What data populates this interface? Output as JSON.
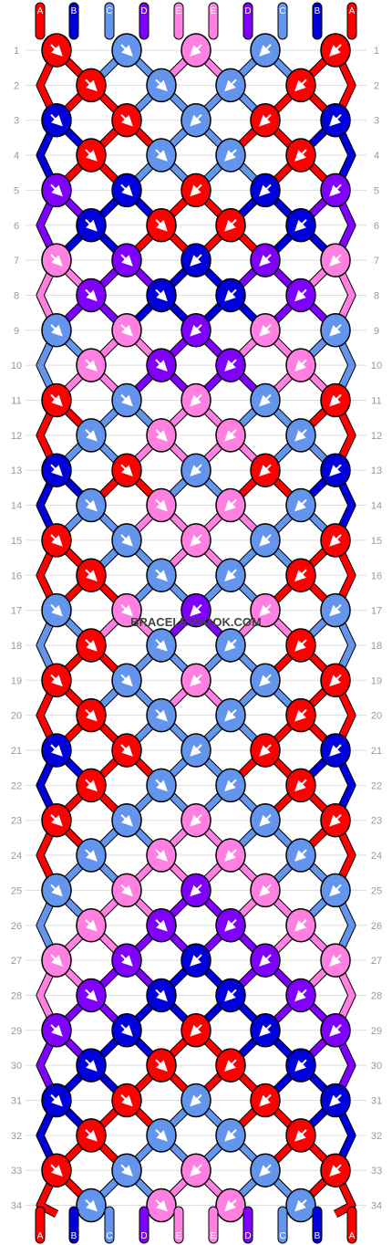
{
  "watermark": "BRACELETBOOK.COM",
  "colors": {
    "A": "#ff0000",
    "B": "#0000dd",
    "C": "#6495ed",
    "D": "#8000ff",
    "E": "#ff80e0"
  },
  "top_labels": [
    "A",
    "B",
    "C",
    "D",
    "E",
    "E",
    "D",
    "C",
    "B",
    "A"
  ],
  "bottom_labels": [
    "A",
    "B",
    "C",
    "D",
    "E",
    "E",
    "D",
    "C",
    "B",
    "A"
  ],
  "row_numbers": [
    "1",
    "2",
    "3",
    "4",
    "5",
    "6",
    "7",
    "8",
    "9",
    "10",
    "11",
    "12",
    "13",
    "14",
    "15",
    "16",
    "17",
    "18",
    "19",
    "20",
    "21",
    "22",
    "23",
    "24",
    "25",
    "26",
    "27",
    "28",
    "29",
    "30",
    "31",
    "32",
    "33",
    "34"
  ],
  "knot_arrow_icons": [
    "arrow-down-right-icon",
    "arrow-down-left-icon"
  ]
}
